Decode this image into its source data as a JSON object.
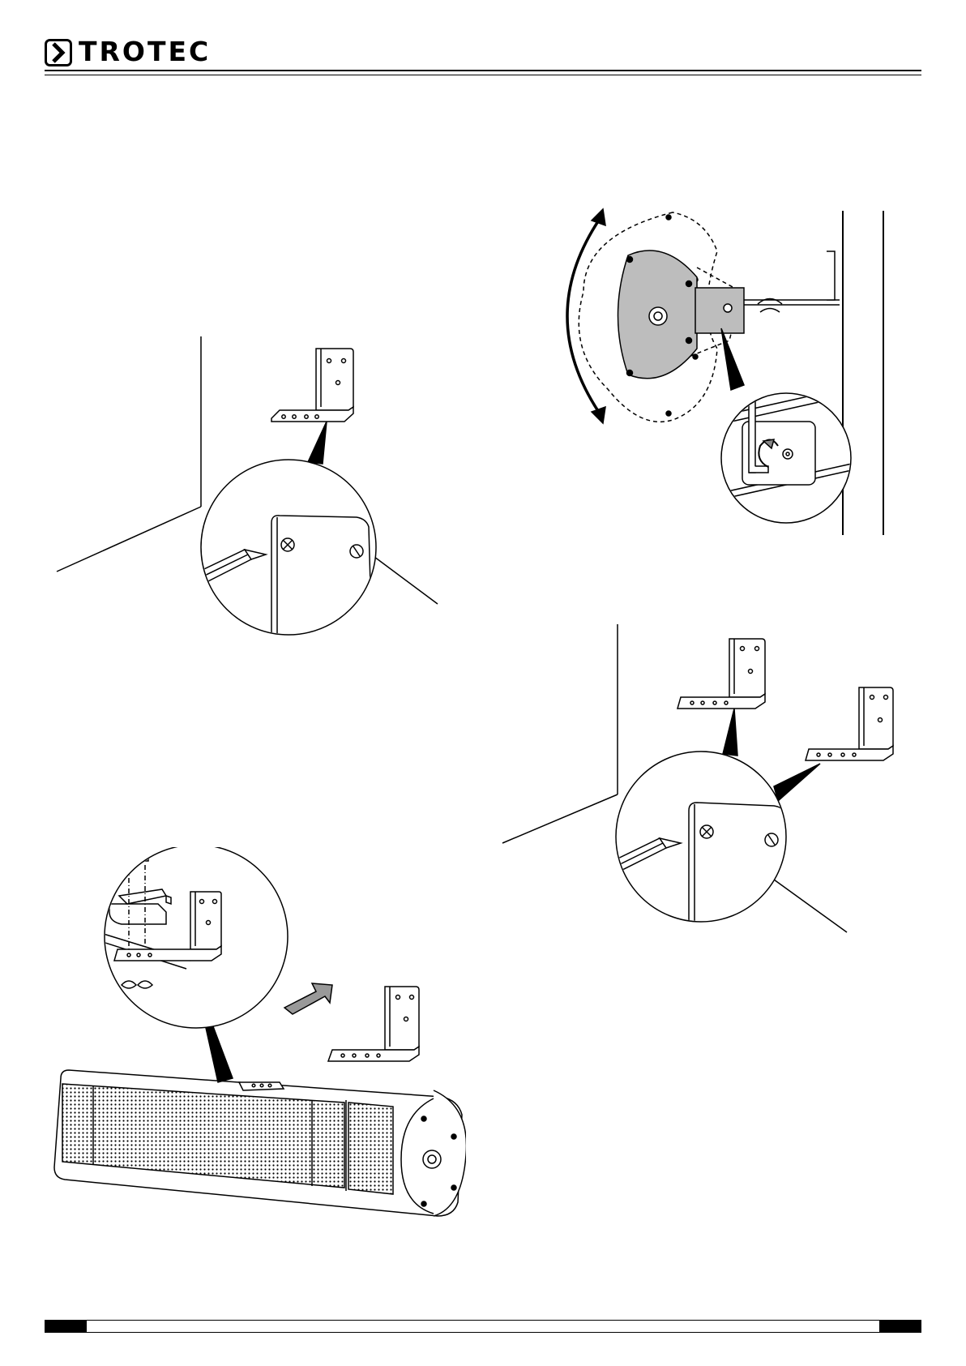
{
  "header": {
    "brand": "TROTEC",
    "logo_icon": "chevron-right-box-icon"
  },
  "figures": [
    {
      "name": "mark-holes-single-bracket"
    },
    {
      "name": "heater-tilt-adjustment"
    },
    {
      "name": "mark-holes-two-brackets"
    },
    {
      "name": "attach-bracket-to-heater"
    }
  ],
  "colors": {
    "ink": "#000000",
    "fill_grey": "#bdbdbd",
    "arrow_grey": "#999999"
  }
}
